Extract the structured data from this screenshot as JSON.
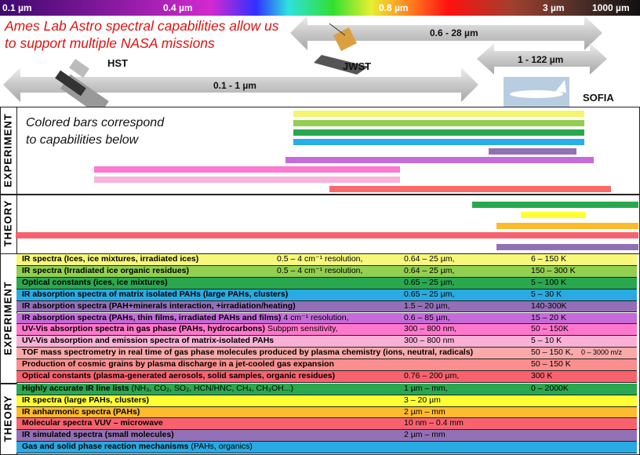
{
  "spectrum": {
    "labels": [
      "0.1 µm",
      "0.4 µm",
      "0.8 µm",
      "3 µm",
      "1000 µm"
    ]
  },
  "title": {
    "line1": "Ames Lab Astro spectral capabilities allow us",
    "line2": "to support multiple NASA missions"
  },
  "missions": [
    {
      "name": "HST",
      "range": "0.1 - 1 µm"
    },
    {
      "name": "JWST",
      "range": "0.6 - 28 µm"
    },
    {
      "name": "SOFIA",
      "range": "1 - 122 µm"
    }
  ],
  "sections": {
    "experiment": "EXPERIMENT",
    "theory": "THEORY"
  },
  "note": {
    "line1": "Colored bars correspond",
    "line2": "to capabilities below"
  },
  "experiment_bar_colors": [
    "#f5f56e",
    "#92cf50",
    "#28a84e",
    "#28aee8",
    "#9370b6",
    "#c66bdb",
    "#ff78d0",
    "#f9b3da",
    "#fb6a68"
  ],
  "theory_bar_colors": [
    "#28a84e",
    "#ffff33",
    "#fcbb2d",
    "#f8626e",
    "#9370b6"
  ],
  "experiment_rows": [
    {
      "desc": "IR spectra (Ices, ice mixtures, irradiated ices)",
      "extra": "",
      "res": "0.5 – 4 cm⁻¹ resolution,",
      "range": "0.64 – 25 µm,",
      "temp": "6 – 150 K",
      "color": "#f7f77a"
    },
    {
      "desc": "IR spectra (Irradiated ice organic residues)",
      "extra": "",
      "res": "0.5 – 4 cm⁻¹ resolution,",
      "range": "0.64 – 25 µm,",
      "temp": "150 – 300 K",
      "color": "#92d050"
    },
    {
      "desc": "Optical constants (ices, ice mixtures)",
      "extra": "",
      "res": "",
      "range": "0.65 – 25 µm,",
      "temp": "5 – 100 K",
      "color": "#2aa84f"
    },
    {
      "desc": "IR absorption spectra of matrix isolated PAHs (large PAHs, clusters)",
      "extra": "",
      "res": "",
      "range": "0.65 – 25 µm,",
      "temp": "5 – 30 K",
      "color": "#29aae2"
    },
    {
      "desc": "IR absorption spectra (PAH+minerals interaction, +irradiation/heating)",
      "extra": "",
      "res": "",
      "range": "1.5 – 20 µm,",
      "temp": "140-300K",
      "color": "#9370b5"
    },
    {
      "desc": "IR absorption spectra (PAHs, thin films, irradiated PAHs and films)",
      "extra": "4 cm⁻¹ resolution,",
      "res": "",
      "range": "0.6 – 85 µm,",
      "temp": "15 – 20 K",
      "color": "#c56bd9"
    },
    {
      "desc": "UV-Vis absorption spectra in gas phase (PAHs, hydrocarbons)",
      "extra": "Subppm sensitivity,",
      "res": "",
      "range": "300 – 800 nm,",
      "temp": "50 – 150K",
      "color": "#ff77cc"
    },
    {
      "desc": "UV-Vis absorption and emission spectra of matrix-isolated PAHs",
      "extra": "",
      "res": "",
      "range": "300 – 800 nm",
      "temp": "5 – 10 K",
      "color": "#f9b0d6"
    },
    {
      "desc": "TOF mass spectrometry in real time of gas phase molecules produced by plasma chemistry (ions, neutral, radicals)",
      "extra": "",
      "res": "",
      "range": "",
      "temp": "50 – 150 K,",
      "temp2": "0 – 3000 m/z",
      "color": "#fba8a8"
    },
    {
      "desc": "Production of cosmic grains by plasma discharge in a jet-cooled gas expansion",
      "extra": "",
      "res": "",
      "range": "",
      "temp": "50 – 150 K",
      "color": "#fb8e8e"
    },
    {
      "desc": "Optical constants (plasma-generated aerosols, solid samples, organic residues)",
      "extra": "",
      "res": "",
      "range": "0.76 – 200 µm,",
      "temp": "300 K",
      "color": "#f8626e"
    }
  ],
  "theory_rows": [
    {
      "desc": "Highly accurate IR line lists",
      "extra": "(NH₃, CO₂, SO₂, HCN/HNC, CH₄, CH₃OH...)",
      "range": "1 µm – mm,",
      "temp": "0 – 2000K",
      "color": "#2aa84f"
    },
    {
      "desc": "IR spectra (large PAHs, clusters)",
      "extra": "",
      "range": "3 – 20 µm",
      "temp": "",
      "color": "#ffff33"
    },
    {
      "desc": "IR anharmonic spectra (PAHs)",
      "extra": "",
      "range": "2 µm – mm",
      "temp": "",
      "color": "#fdbb2d"
    },
    {
      "desc": "Molecular spectra VUV – microwave",
      "extra": "",
      "range": "10 nm – 0.4 mm",
      "temp": "",
      "color": "#f8626e"
    },
    {
      "desc": "IR simulated spectra (small molecules)",
      "extra": "",
      "range": "2 µm – mm",
      "temp": "",
      "color": "#9370b5"
    },
    {
      "desc": "Gas  and solid phase reaction mechanisms",
      "extra": "(PAHs, organics)",
      "range": "",
      "temp": "",
      "color": "#29aae2"
    }
  ]
}
